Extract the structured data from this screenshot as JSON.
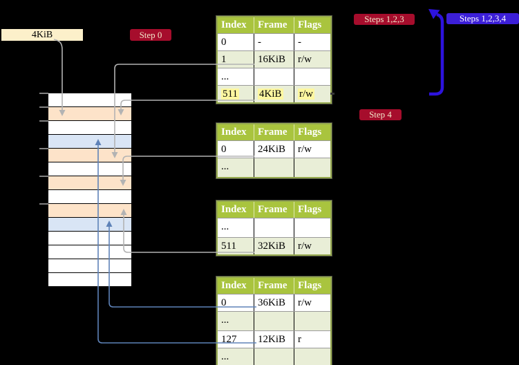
{
  "cr3_label": {
    "text": "4KiB"
  },
  "badges": {
    "step0": {
      "text": "Step 0",
      "style": "red"
    },
    "steps123": {
      "text": "Steps 1,2,3",
      "style": "red"
    },
    "steps1234": {
      "text": "Steps 1,2,3,4",
      "style": "blue"
    },
    "step4": {
      "text": "Step 4",
      "style": "red"
    }
  },
  "tables": [
    {
      "name": "page-table-top",
      "headers": [
        "Index",
        "Frame",
        "Flags"
      ],
      "rows": [
        {
          "cells": [
            "0",
            "-",
            "-"
          ]
        },
        {
          "cells": [
            "1",
            "16KiB",
            "r/w"
          ]
        },
        {
          "cells": [
            "...",
            "",
            ""
          ]
        },
        {
          "cells": [
            "511",
            "4KiB",
            "r/w"
          ],
          "highlight": true
        }
      ]
    },
    {
      "name": "page-table-second",
      "headers": [
        "Index",
        "Frame",
        "Flags"
      ],
      "rows": [
        {
          "cells": [
            "0",
            "24KiB",
            "r/w"
          ]
        },
        {
          "cells": [
            "...",
            "",
            ""
          ]
        }
      ]
    },
    {
      "name": "page-table-third",
      "headers": [
        "Index",
        "Frame",
        "Flags"
      ],
      "rows": [
        {
          "cells": [
            "...",
            "",
            ""
          ]
        },
        {
          "cells": [
            "511",
            "32KiB",
            "r/w"
          ]
        }
      ]
    },
    {
      "name": "page-table-bottom",
      "headers": [
        "Index",
        "Frame",
        "Flags"
      ],
      "rows": [
        {
          "cells": [
            "0",
            "36KiB",
            "r/w"
          ]
        },
        {
          "cells": [
            "...",
            "",
            ""
          ]
        },
        {
          "cells": [
            "127",
            "12KiB",
            "r"
          ]
        },
        {
          "cells": [
            "...",
            "",
            ""
          ]
        }
      ]
    }
  ],
  "memory": {
    "row_colors": [
      "white",
      "orange",
      "white",
      "blue",
      "orange",
      "white",
      "orange",
      "white",
      "orange",
      "blue",
      "white",
      "white",
      "white",
      "white"
    ],
    "tick_rows": [
      0,
      1,
      2,
      4,
      6,
      8
    ]
  },
  "colors": {
    "background": "#000000",
    "badge_red": "#a60d2c",
    "badge_blue": "#3c1fd8",
    "badge_red_text": "#f2e6c9",
    "badge_blue_text": "#ffffff",
    "cr3_box": "#fcf0ca",
    "table_header_green": "#a9c43e",
    "table_row_green": "#e9eed7",
    "highlight_yellow": "#fdf7a0",
    "frame_white": "#ffffff",
    "frame_orange": "#fde3c9",
    "frame_blue": "#d9e5f5",
    "connector_gray": "#b3b3b3",
    "connector_blue": "#5e82b8",
    "loop_arrow_blue": "#2d13dd"
  }
}
